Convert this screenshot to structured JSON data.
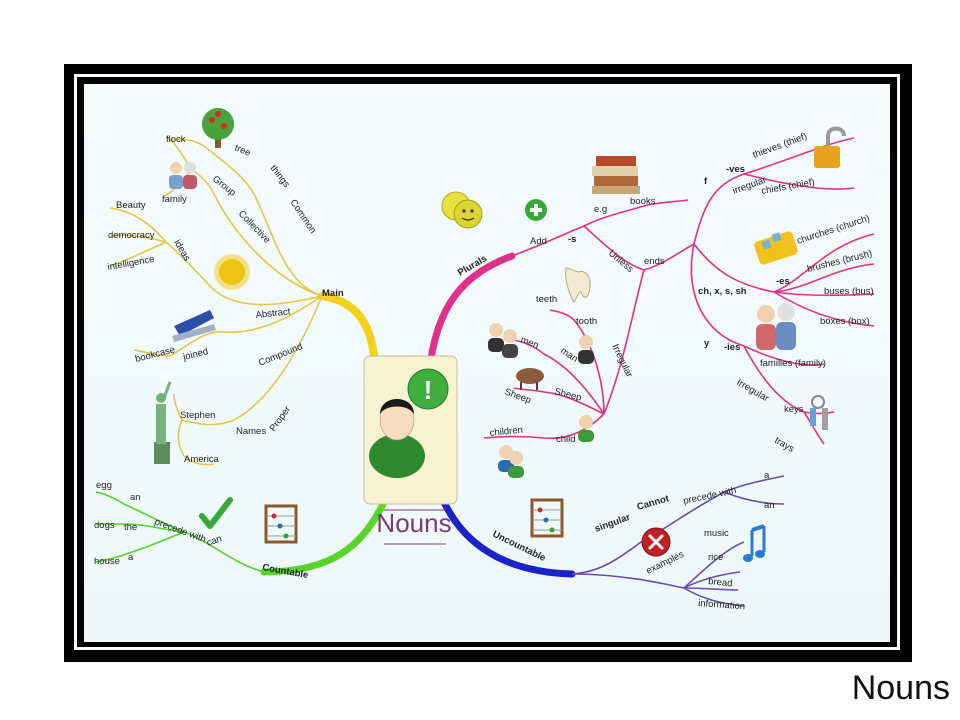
{
  "slide_title": "Nouns",
  "center": {
    "title": "Nouns",
    "badge": "!"
  },
  "colors": {
    "main": "#e8c42a",
    "main_leaf": "#e3c846",
    "plurals": "#e0308a",
    "countable": "#59d42a",
    "uncountable": "#1b22c8",
    "singular": "#6a4bb0",
    "irregular_violet": "#b23a8c",
    "cannot_red": "#b81d24",
    "center_green": "#2f8a2f"
  },
  "main": {
    "label": "Main",
    "common": "Common",
    "things": "things",
    "tree": "tree",
    "collective": "Collective",
    "group": "Group",
    "flock": "flock",
    "family": "family",
    "abstract": "Abstract",
    "ideas": "ideas",
    "beauty": "Beauty",
    "democracy": "democracy",
    "intelligence": "intelligence",
    "compound": "Compound",
    "joined": "joined",
    "bookcase": "bookcase",
    "proper": "Proper",
    "names": "Names",
    "stephen": "Stephen",
    "america": "America"
  },
  "plurals": {
    "label": "Plurals",
    "add": "Add",
    "s": "-s",
    "eg": "e.g",
    "books": "books",
    "unless": "Unless",
    "ends": "ends",
    "f": "f",
    "ves": "-ves",
    "thieves": "thieves (thief)",
    "irregular1": "irregular",
    "chiefs": "chiefs (chief)",
    "chxssh": "ch, x, s, sh",
    "es": "-es",
    "churches": "churches (church)",
    "brushes": "brushes (brush)",
    "buses": "buses (bus)",
    "boxes": "boxes (box)",
    "y": "y",
    "ies": "-ies",
    "families": "families (family)",
    "irregular2": "Irregular",
    "keys": "keys",
    "trays": "trays",
    "irregular3": "Irregular",
    "teeth": "teeth",
    "tooth": "tooth",
    "men": "men",
    "man": "man",
    "sheep1": "Sheep",
    "sheep2": "Sheep",
    "children": "children",
    "child": "child"
  },
  "countable": {
    "label": "Countable",
    "can": "can",
    "precede": "precede with",
    "an": "an",
    "the": "the",
    "a": "a",
    "egg": "egg",
    "dogs": "dogs",
    "house": "house"
  },
  "uncountable": {
    "label": "Uncountable",
    "singular": "singular",
    "cannot": "Cannot",
    "precede": "precede with",
    "a": "a",
    "an": "an",
    "examples": "examples",
    "music": "music",
    "rice": "rice",
    "bread": "bread",
    "information": "information"
  }
}
